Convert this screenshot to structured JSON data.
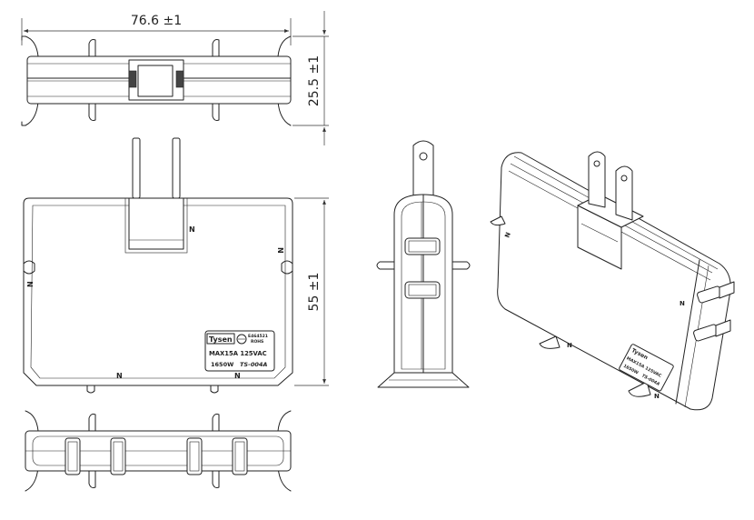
{
  "dimensions": {
    "width_label": "76.6 ±1",
    "depth_label": "25.5 ±1",
    "height_label": "55 ±1"
  },
  "markings": {
    "neutral_letter": "N"
  },
  "label_plate": {
    "brand": "Tysen",
    "cert_line1": "E464521",
    "cert_line2": "ROHS",
    "rating_line": "MAX15A 125VAC",
    "power": "1650W",
    "model": "TS-004A"
  }
}
